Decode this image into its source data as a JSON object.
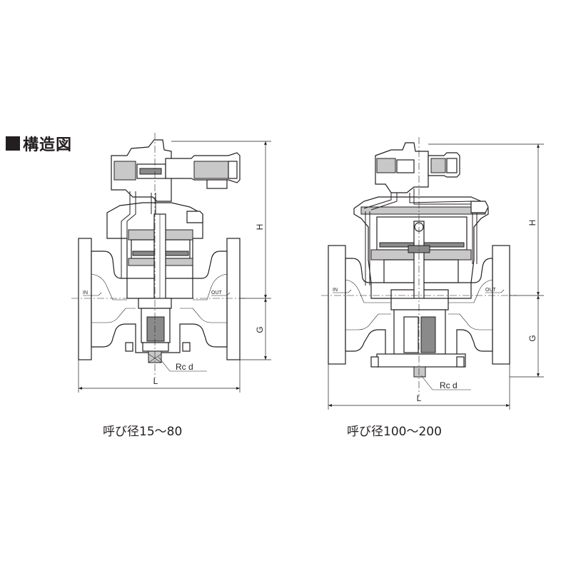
{
  "heading": {
    "title": "構造図"
  },
  "captions": {
    "left": "呼び径15～80",
    "right": "呼び径100～200"
  },
  "labels": {
    "inlet": "IN",
    "outlet": "OUT",
    "length": "L",
    "height_upper": "H",
    "height_lower": "G",
    "port": "Rc d"
  },
  "colors": {
    "line": "#231f20",
    "hatch": "#c8c8c8",
    "dark": "#8a8a8a"
  }
}
